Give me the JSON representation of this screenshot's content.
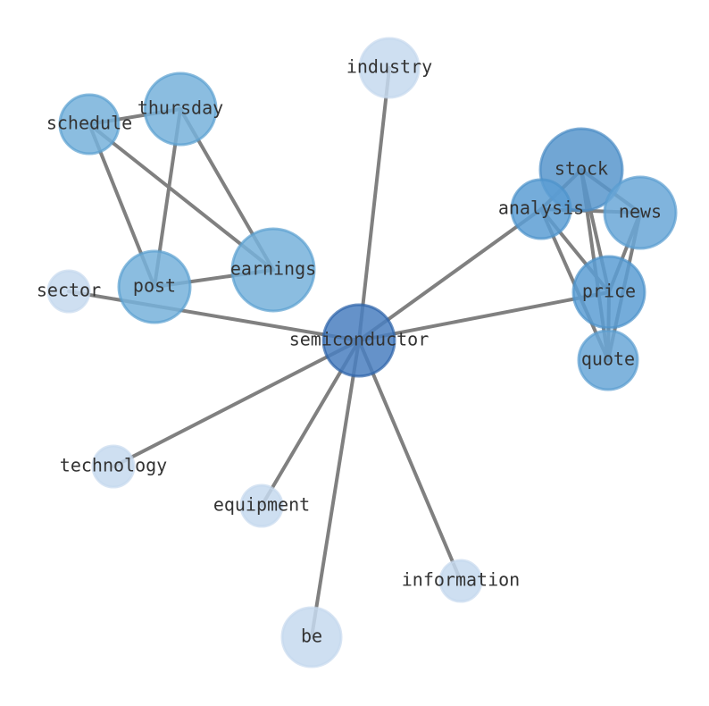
{
  "nodes": [
    {
      "id": "semiconductor",
      "label": "semiconductor",
      "size": 3,
      "color": "#4a7fc0"
    },
    {
      "id": "industry",
      "label": "industry",
      "size": 2,
      "color": "#c6d9ee"
    },
    {
      "id": "thursday",
      "label": "thursday",
      "size": 2.5,
      "color": "#77b1db"
    },
    {
      "id": "schedule",
      "label": "schedule",
      "size": 2.2,
      "color": "#77b1db"
    },
    {
      "id": "earnings",
      "label": "earnings",
      "size": 3,
      "color": "#77b1db"
    },
    {
      "id": "post",
      "label": "post",
      "size": 2.6,
      "color": "#77b1db"
    },
    {
      "id": "sector",
      "label": "sector",
      "size": 1.5,
      "color": "#c6d9ee"
    },
    {
      "id": "stock",
      "label": "stock",
      "size": 3,
      "color": "#5897cd"
    },
    {
      "id": "analysis",
      "label": "analysis",
      "size": 2.2,
      "color": "#5c9ed3"
    },
    {
      "id": "news",
      "label": "news",
      "size": 2.6,
      "color": "#6aa7d7"
    },
    {
      "id": "price",
      "label": "price",
      "size": 2.6,
      "color": "#5c9ed3"
    },
    {
      "id": "quote",
      "label": "quote",
      "size": 2.2,
      "color": "#6aa7d7"
    },
    {
      "id": "technology",
      "label": "technology",
      "size": 1.6,
      "color": "#c6d9ee"
    },
    {
      "id": "equipment",
      "label": "equipment",
      "size": 1.6,
      "color": "#c6d9ee"
    },
    {
      "id": "information",
      "label": "information",
      "size": 1.6,
      "color": "#c6d9ee"
    },
    {
      "id": "be",
      "label": "be",
      "size": 2.2,
      "color": "#c6d9ee"
    }
  ],
  "edges": [
    [
      "semiconductor",
      "industry"
    ],
    [
      "semiconductor",
      "sector"
    ],
    [
      "semiconductor",
      "analysis"
    ],
    [
      "semiconductor",
      "price"
    ],
    [
      "semiconductor",
      "technology"
    ],
    [
      "semiconductor",
      "equipment"
    ],
    [
      "semiconductor",
      "be"
    ],
    [
      "semiconductor",
      "information"
    ],
    [
      "thursday",
      "schedule"
    ],
    [
      "thursday",
      "earnings"
    ],
    [
      "thursday",
      "post"
    ],
    [
      "schedule",
      "post"
    ],
    [
      "schedule",
      "earnings"
    ],
    [
      "post",
      "earnings"
    ],
    [
      "stock",
      "analysis"
    ],
    [
      "stock",
      "news"
    ],
    [
      "stock",
      "price"
    ],
    [
      "stock",
      "quote"
    ],
    [
      "analysis",
      "news"
    ],
    [
      "analysis",
      "price"
    ],
    [
      "analysis",
      "quote"
    ],
    [
      "news",
      "price"
    ],
    [
      "news",
      "quote"
    ],
    [
      "price",
      "quote"
    ]
  ]
}
